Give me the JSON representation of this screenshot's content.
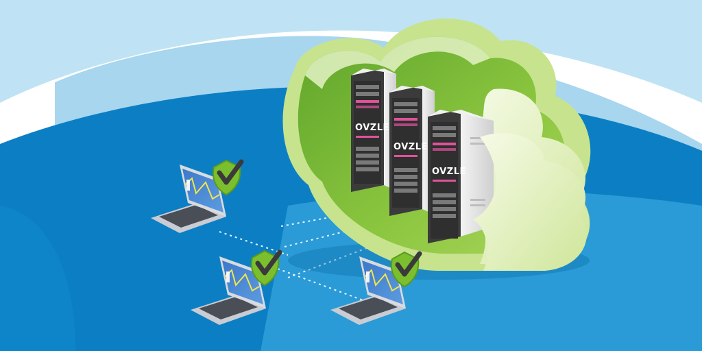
{
  "illustration": {
    "subject": "",
    "racks": [
      {
        "brand": "OVZLE"
      },
      {
        "brand": "OVZLE"
      },
      {
        "brand": "OVZLE"
      }
    ],
    "laptops": [
      {
        "status": "checked"
      },
      {
        "status": "checked"
      },
      {
        "status": "checked"
      }
    ]
  },
  "colors": {
    "sky_light": "#bfe3f4",
    "sky_mid": "#a7d6ee",
    "ocean_dark": "#0c7fc4",
    "ocean_light": "#34a8df",
    "cloud_green": "#8cc63f",
    "cloud_light": "#e4f2c4",
    "rack_body": "#eaeaea",
    "rack_accent": "#e0529c",
    "shield_green": "#7cbf2e",
    "check_dark": "#3a3a3a"
  }
}
